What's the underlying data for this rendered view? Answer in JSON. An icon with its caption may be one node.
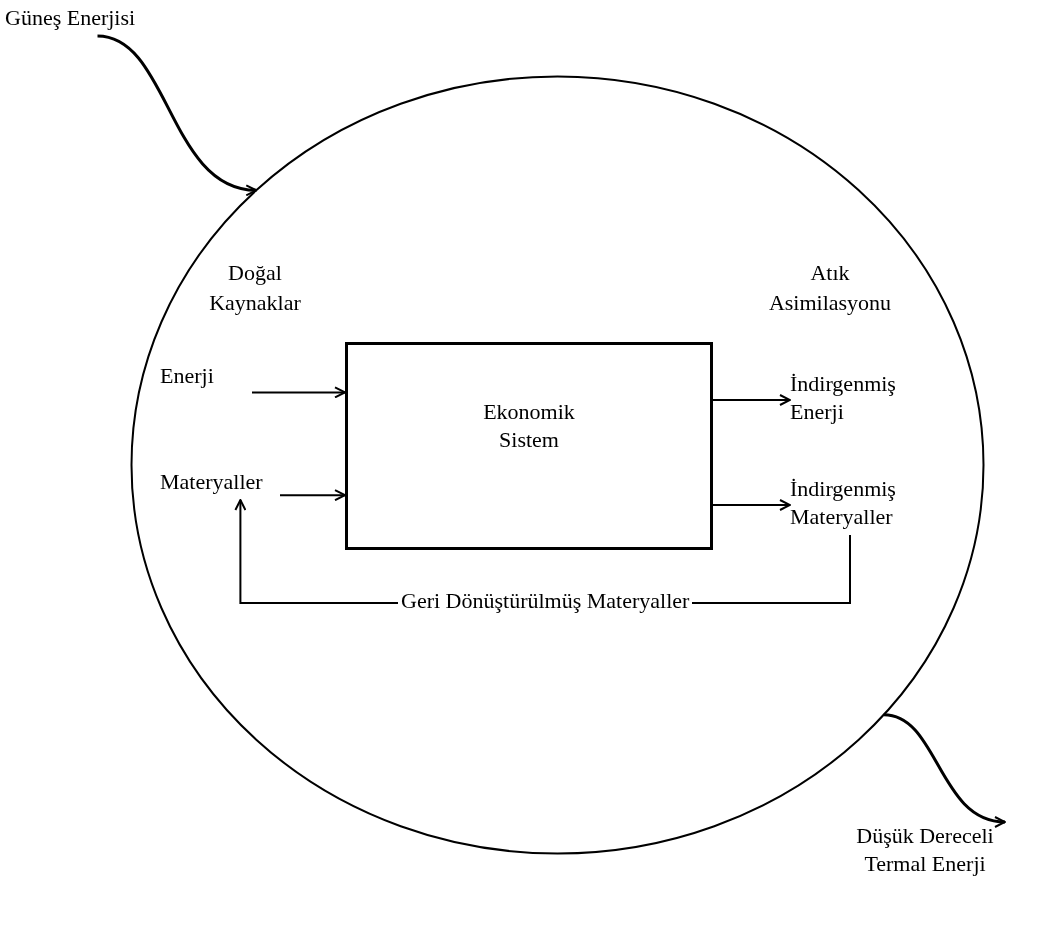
{
  "diagram": {
    "nodes": [
      {
        "text": [
          "Güneş Enerjisi"
        ]
      },
      {
        "text": [],
        "shape": "circle"
      },
      {
        "text": [
          "Enerji"
        ],
        "in": 1
      },
      {
        "text": [
          "Ekonomik Sistem"
        ],
        "in": 1
      },
      {
        "text": [
          "İndirgenmiş Enerji"
        ],
        "in": 1
      },
      {
        "text": [
          "Materyaller"
        ],
        "in": 1
      },
      {
        "text": [
          "İndirgenmiş Materyaller"
        ],
        "in": 1
      },
      {
        "text": [
          "Düşük Dereceli Termal Enerji"
        ]
      }
    ],
    "edges": [
      {
        "from": 0,
        "to": 1,
        "arrow": "to"
      },
      {
        "from": 2,
        "to": 3,
        "arrow": "to"
      },
      {
        "from": 3,
        "to": 4,
        "arrow": "to"
      },
      {
        "from": 5,
        "to": 3,
        "arrow": "to"
      },
      {
        "from": 3,
        "to": 6,
        "arrow": "to"
      },
      {
        "from": 6,
        "to": 5,
        "arrow": "to",
        "label": "Geri Dönüştürülmüş Materyaller"
      },
      {
        "from": 1,
        "to": 7,
        "arrow": "to"
      }
    ],
    "labels": [
      "Doğal Kaynaklar",
      "Atık Asimilasyonu"
    ]
  }
}
